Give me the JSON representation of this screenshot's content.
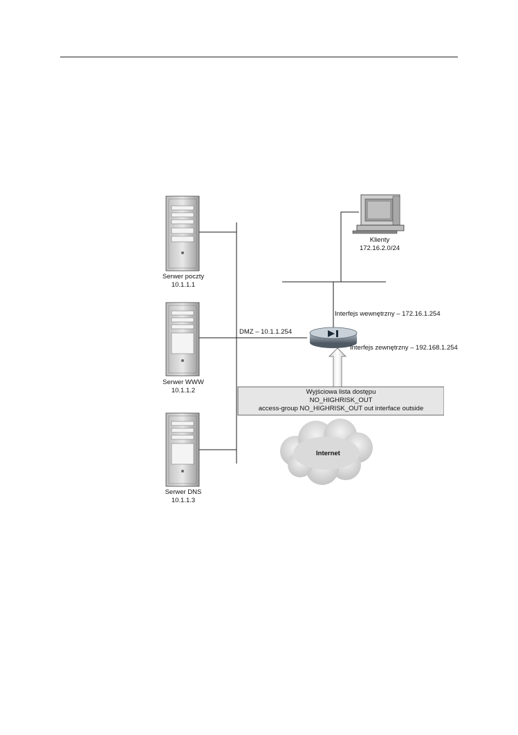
{
  "diagram": {
    "servers": [
      {
        "name": "Serwer poczty",
        "ip": "10.1.1.1"
      },
      {
        "name": "Serwer WWW",
        "ip": "10.1.1.2"
      },
      {
        "name": "Serwer DNS",
        "ip": "10.1.1.3"
      }
    ],
    "clients": {
      "name": "Klienty",
      "subnet": "172.16.2.0/24"
    },
    "dmz_label": "DMZ – 10.1.1.254",
    "inside_interface": "Interfejs wewnętrzny – 172.16.1.254",
    "outside_interface": "Interfejs zewnętrzny – 192.168.1.254",
    "acl": {
      "title": "Wyjściowa lista dostępu",
      "name": "NO_HIGHRISK_OUT",
      "command": "access-group NO_HIGHRISK_OUT out interface outside"
    },
    "internet_label": "Internet",
    "colors": {
      "line": "#1a1a1a",
      "acl_fill": "#e6e6e6",
      "cloud": "#cfcfcf",
      "router": "#8f9aa6"
    }
  }
}
